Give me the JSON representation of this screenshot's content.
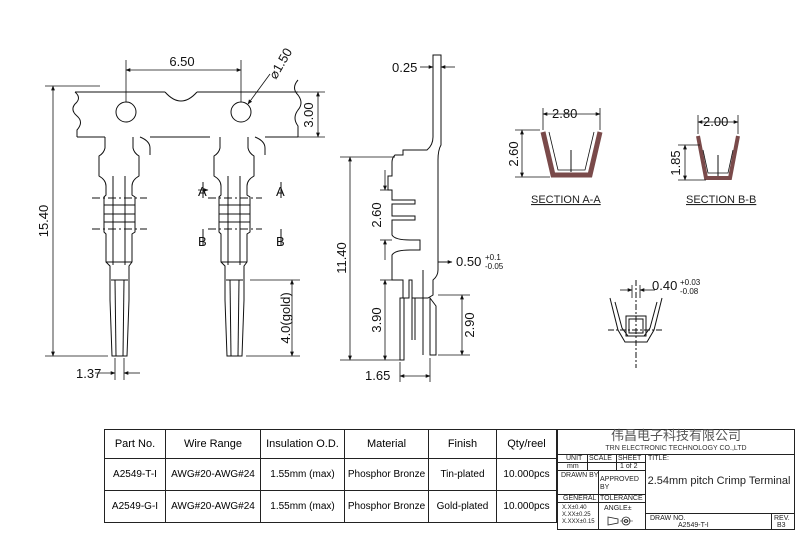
{
  "dimensions": {
    "d650": "6.50",
    "d150": "1.50",
    "d300": "3.00",
    "d1540": "15.40",
    "d137": "1.37",
    "d40gold": "4.0(gold)",
    "d025": "0.25",
    "d1140": "11.40",
    "d260": "2.60",
    "d390": "3.90",
    "d165": "1.65",
    "d050": "0.50",
    "d050_tol_plus": "+0.1",
    "d050_tol_minus": "-0.05",
    "d290": "2.90",
    "d280": "2.80",
    "d260b": "2.60",
    "d200": "2.00",
    "d185": "1.85",
    "d040": "0.40",
    "d040_tol_plus": "+0.03",
    "d040_tol_minus": "-0.08"
  },
  "section_marks": {
    "a": "A",
    "b": "B",
    "section_aa": "SECTION A-A",
    "section_bb": "SECTION B-B"
  },
  "table": {
    "headers": [
      "Part No.",
      "Wire Range",
      "Insulation O.D.",
      "Material",
      "Finish",
      "Qty/reel"
    ],
    "rows": [
      [
        "A2549-T-I",
        "AWG#20-AWG#24",
        "1.55mm (max)",
        "Phosphor Bronze",
        "Tin-plated",
        "10.000pcs"
      ],
      [
        "A2549-G-I",
        "AWG#20-AWG#24",
        "1.55mm (max)",
        "Phosphor Bronze",
        "Gold-plated",
        "10.000pcs"
      ]
    ]
  },
  "title_block": {
    "company_cn": "伟昌电子科技有限公司",
    "company_en": "TRN ELECTRONIC TECHNOLOGY CO.,LTD",
    "unit_label": "UNIT",
    "unit_value": "mm",
    "scale_label": "SCALE",
    "sheet_label": "SHEET",
    "sheet_value": "1 of 2",
    "title_label": "TITLE:",
    "drawn_by": "DRAWN BY",
    "approved_by": "APPROVED BY",
    "general": "GENERAL",
    "tolerance": "TOLERANCE",
    "tol1": "X.X±0.40",
    "tol2": "X.XX±0.25",
    "tol3": "X.XXX±0.15",
    "angle": "ANGLE±",
    "title": "2.54mm pitch Crimp Terminal",
    "draw_no_label": "DRAW NO.",
    "draw_no": "A2549-T-I",
    "rev_label": "REV.",
    "rev": "B3"
  },
  "colors": {
    "line": "#111111",
    "plating": "#7a4a4a"
  }
}
